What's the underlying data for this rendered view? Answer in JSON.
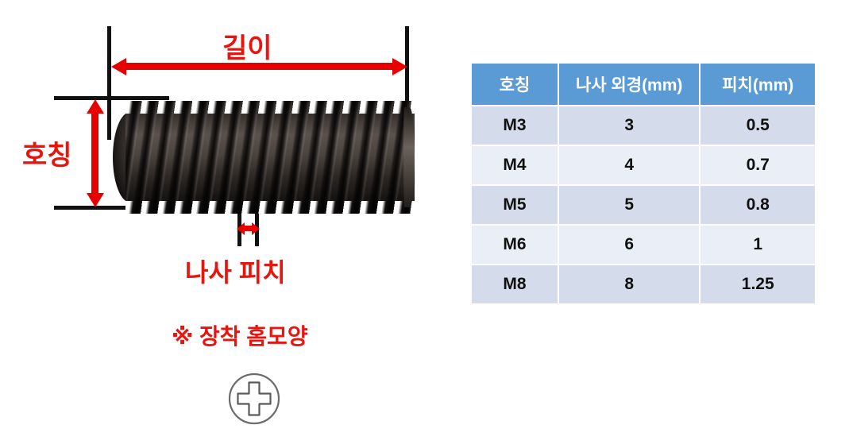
{
  "diagram": {
    "labels": {
      "length": "길이",
      "nominal": "호칭",
      "pitch": "나사 피치",
      "groove_note": "※ 장착 홈모양"
    },
    "colors": {
      "label_red": "#e8150f",
      "arrow_red": "#e60000",
      "witness_black": "#111111",
      "screw_body": "#2c2724"
    },
    "groove_icon": "phillips-cross-head-icon"
  },
  "table": {
    "headers": [
      "호칭",
      "나사 외경(mm)",
      "피치(mm)"
    ],
    "header_bg": "#5b9bd5",
    "header_text_color": "#ffffff",
    "row_bg_odd": "#d4dcec",
    "row_bg_even": "#eaeef7",
    "rows": [
      {
        "name": "M3",
        "diameter": "3",
        "pitch": "0.5"
      },
      {
        "name": "M4",
        "diameter": "4",
        "pitch": "0.7"
      },
      {
        "name": "M5",
        "diameter": "5",
        "pitch": "0.8"
      },
      {
        "name": "M6",
        "diameter": "6",
        "pitch": "1"
      },
      {
        "name": "M8",
        "diameter": "8",
        "pitch": "1.25"
      }
    ]
  }
}
